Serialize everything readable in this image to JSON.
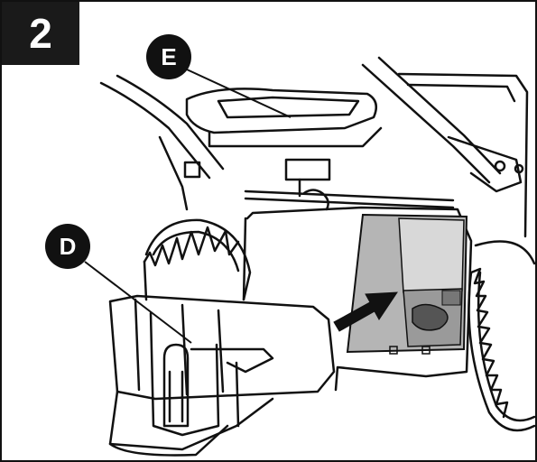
{
  "figure": {
    "step_number": "2",
    "callouts": [
      {
        "letter": "E",
        "target": "handle-grip"
      },
      {
        "letter": "D",
        "target": "debris-chute-cover"
      }
    ],
    "colors": {
      "line": "#111111",
      "badge": "#1a1a1a",
      "shade": "#b5b5b5",
      "shade_light": "#d8d8d8"
    },
    "icons": [
      "arrow-indicator-icon"
    ]
  }
}
